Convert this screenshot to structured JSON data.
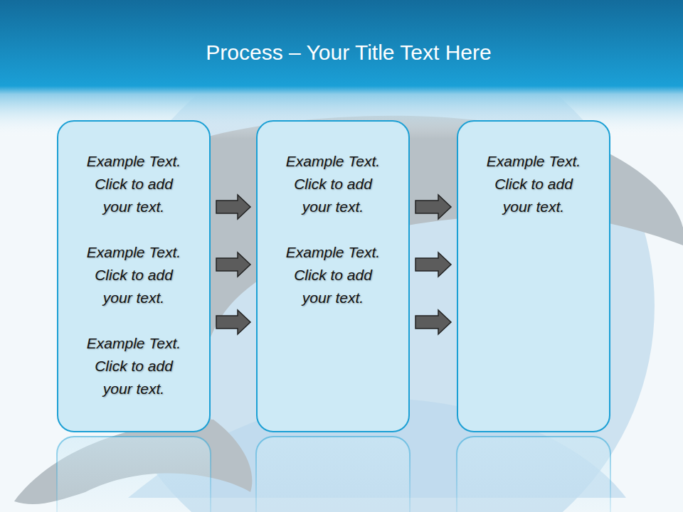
{
  "diagram": {
    "title": "Process – Your Title Text Here",
    "nodes": [
      {
        "text": [
          "Example Text. Click to add your text.",
          "Example Text. Click to add your text.",
          "Example Text. Click to add your text."
        ]
      },
      {
        "text": [
          "Example Text. Click to add your text.",
          "Example Text. Click to add your text."
        ]
      },
      {
        "text": [
          "Example Text. Click to add your text."
        ]
      }
    ],
    "edges": [
      {
        "from": 0,
        "to": 1,
        "arrow": "to"
      },
      {
        "from": 0,
        "to": 1,
        "arrow": "to"
      },
      {
        "from": 0,
        "to": 1,
        "arrow": "to"
      },
      {
        "from": 1,
        "to": 2,
        "arrow": "to"
      },
      {
        "from": 1,
        "to": 2,
        "arrow": "to"
      },
      {
        "from": 1,
        "to": 2,
        "arrow": "to"
      }
    ]
  }
}
